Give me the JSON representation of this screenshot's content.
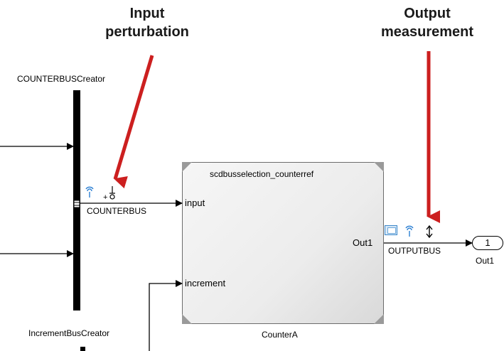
{
  "callouts": {
    "input": "Input\nperturbation",
    "output": "Output\nmeasurement"
  },
  "blocks": {
    "counter_bus_creator": "COUNTERBUSCreator",
    "increment_bus_creator": "IncrementBusCreator",
    "subsystem_title": "scdbusselection_counterref",
    "subsystem_name": "CounterA",
    "outport_number": "1",
    "outport_name": "Out1"
  },
  "ports": {
    "input": "input",
    "increment": "increment",
    "out1": "Out1"
  },
  "signals": {
    "counterbus": "COUNTERBUS",
    "outputbus": "OUTPUTBUS"
  },
  "colors": {
    "arrow": "#cc1f1f",
    "signal_icon": "#2b7fd3"
  }
}
